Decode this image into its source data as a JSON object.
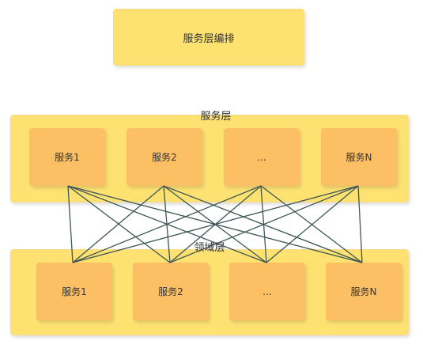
{
  "orchestration": {
    "label": "服务层编排"
  },
  "service_layer": {
    "label": "服务层",
    "nodes": [
      "服务1",
      "服务2",
      "...",
      "服务N"
    ]
  },
  "domain_layer": {
    "label": "领域层",
    "nodes": [
      "服务1",
      "服务2",
      "...",
      "服务N"
    ]
  },
  "colors": {
    "panel": "#fde272",
    "node": "#fcbf63",
    "connector": "#3e5656"
  }
}
